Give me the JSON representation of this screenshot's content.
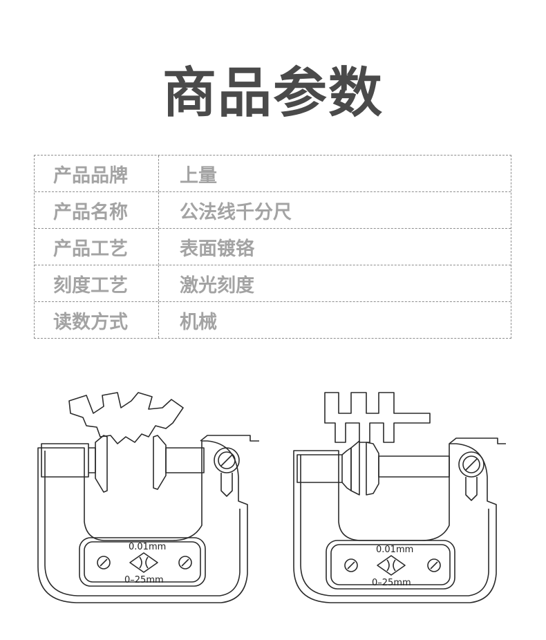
{
  "title": "商品参数",
  "specs": [
    {
      "key": "产品品牌",
      "value": "上量"
    },
    {
      "key": "产品名称",
      "value": "公法线千分尺"
    },
    {
      "key": "产品工艺",
      "value": "表面镀铬"
    },
    {
      "key": "刻度工艺",
      "value": "激光刻度"
    },
    {
      "key": "读数方式",
      "value": "机械"
    }
  ],
  "illustrations": [
    {
      "resolution": "0.01mm",
      "range": "0–25mm"
    },
    {
      "resolution": "0.01mm",
      "range": "0–25mm"
    }
  ]
}
